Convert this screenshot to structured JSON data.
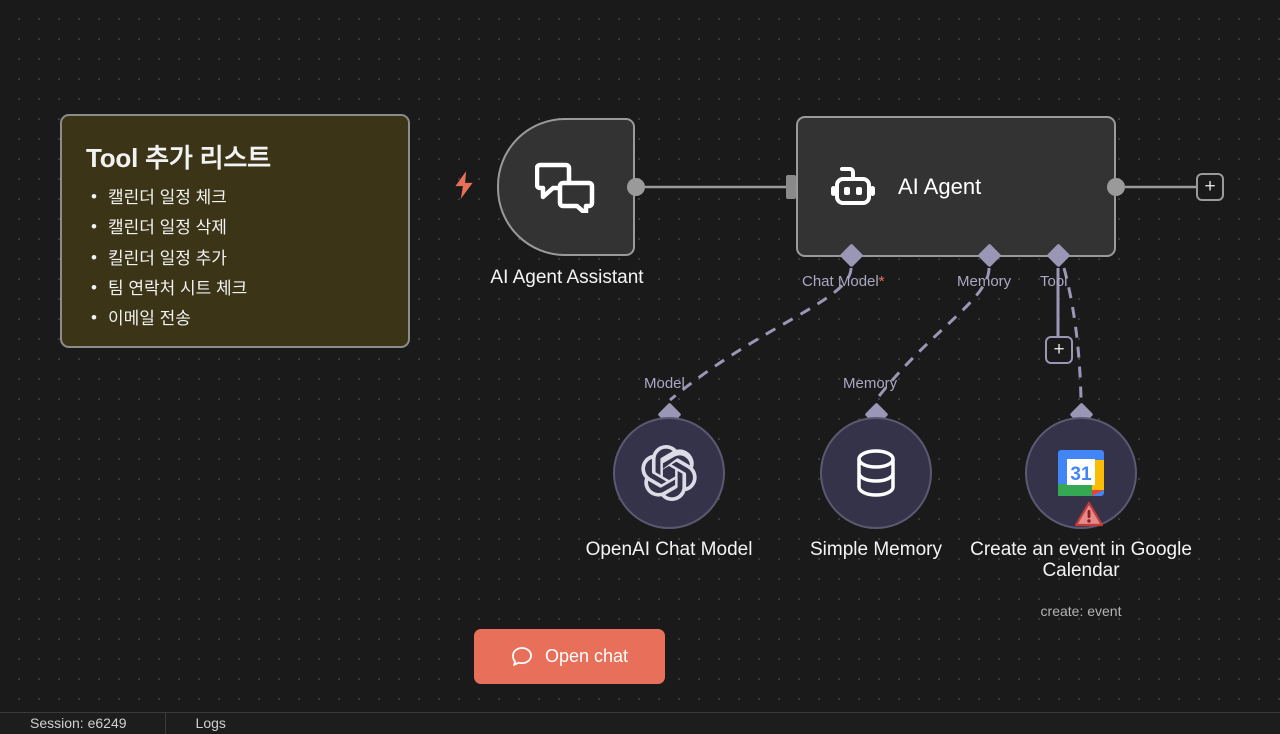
{
  "canvas": {
    "background_color": "#1a1a1a",
    "grid_dot_color": "#3a3a3a"
  },
  "sticky_note": {
    "title": "Tool 추가 리스트",
    "background_color": "#3b3417",
    "border_color": "#8c8c8c",
    "items": [
      "캘린더 일정 체크",
      "캘린더 일정 삭제",
      "킬린더 일정 추가",
      "팀 연락처 시트 체크",
      "이메일 전송"
    ]
  },
  "nodes": {
    "trigger": {
      "label": "AI Agent Assistant",
      "icon": "chat-bubbles-icon"
    },
    "agent": {
      "title": "AI Agent",
      "icon": "robot-icon",
      "connectors": [
        {
          "label": "Chat Model",
          "required": true,
          "required_marker": "*"
        },
        {
          "label": "Memory",
          "required": false,
          "required_marker": ""
        },
        {
          "label": "Tool",
          "required": false,
          "required_marker": ""
        }
      ]
    }
  },
  "subnodes": [
    {
      "label": "OpenAI Chat Model",
      "sublabel": "",
      "connector_label": "Model",
      "icon": "openai-icon",
      "has_warning": false
    },
    {
      "label": "Simple Memory",
      "sublabel": "",
      "connector_label": "Memory",
      "icon": "database-icon",
      "has_warning": false
    },
    {
      "label": "Create an event in Google Calendar",
      "sublabel": "create: event",
      "connector_label": "",
      "icon": "google-calendar-icon",
      "calendar_day": "31",
      "has_warning": true
    }
  ],
  "buttons": {
    "open_chat": "Open chat",
    "open_chat_color": "#e8705a",
    "add_plus": "+"
  },
  "bottom_bar": {
    "session": "Session: e6249",
    "logs": "Logs"
  }
}
